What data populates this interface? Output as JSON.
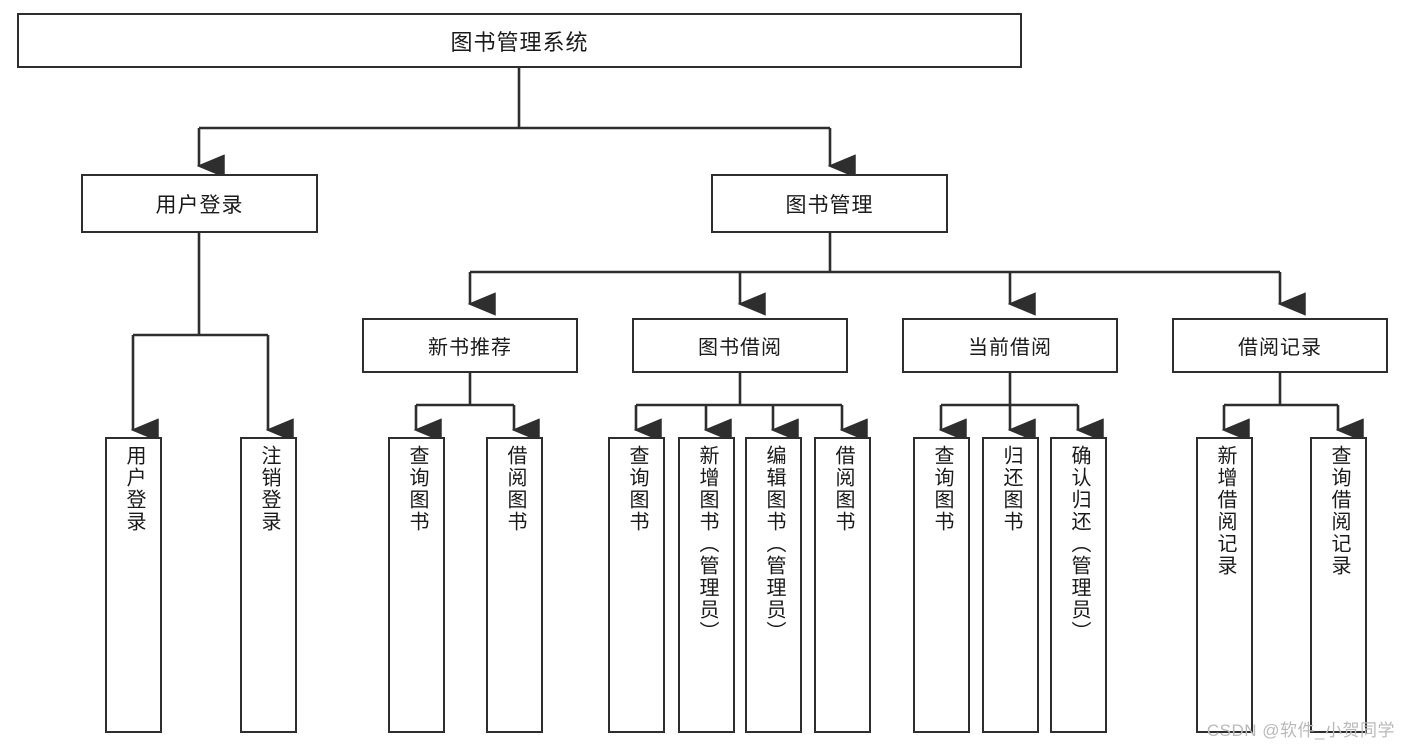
{
  "diagram": {
    "title": "图书管理系统",
    "type": "tree-hierarchy",
    "watermark": "CSDN @软件_小贺同学",
    "colors": {
      "box_border": "#2e2e2e",
      "box_fill": "#ffffff",
      "connector": "#2e2e2e",
      "text": "#1a1a1a",
      "watermark": "#b9b9b9",
      "background": "#ffffff"
    },
    "root": {
      "label": "图书管理系统"
    },
    "level2": [
      {
        "label": "用户登录"
      },
      {
        "label": "图书管理"
      }
    ],
    "level3": [
      {
        "label": "新书推荐"
      },
      {
        "label": "图书借阅"
      },
      {
        "label": "当前借阅"
      },
      {
        "label": "借阅记录"
      }
    ],
    "leaves": {
      "user_login": [
        {
          "label": "用户登录"
        },
        {
          "label": "注销登录"
        }
      ],
      "new_book_recommend": [
        {
          "label": "查询图书"
        },
        {
          "label": "借阅图书"
        }
      ],
      "book_borrow": [
        {
          "label": "查询图书"
        },
        {
          "label": "新增图书（管理员）"
        },
        {
          "label": "编辑图书（管理员）"
        },
        {
          "label": "借阅图书"
        }
      ],
      "current_borrow": [
        {
          "label": "查询图书"
        },
        {
          "label": "归还图书"
        },
        {
          "label": "确认归还（管理员）"
        }
      ],
      "borrow_record": [
        {
          "label": "新增借阅记录"
        },
        {
          "label": "查询借阅记录"
        }
      ]
    }
  }
}
